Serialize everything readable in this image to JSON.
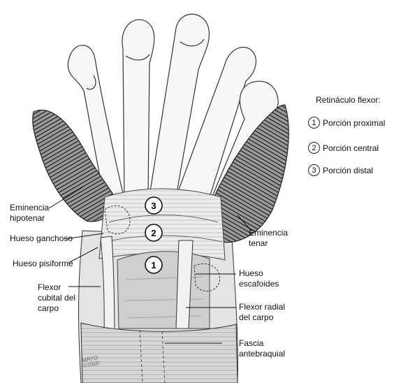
{
  "labels": {
    "eminencia_hipotenar": [
      "Eminencia",
      "hipotenar"
    ],
    "hueso_ganchoso": "Hueso ganchoso",
    "hueso_pisiforme": "Hueso pisiforme",
    "flexor_cubital": [
      "Flexor",
      "cubital del",
      "carpo"
    ],
    "eminencia_tenar": [
      "Eminencia",
      "tenar"
    ],
    "hueso_escafoides": [
      "Hueso",
      "escafoides"
    ],
    "flexor_radial": [
      "Flexor radial",
      "del carpo"
    ],
    "fascia": [
      "Fascia",
      "antebraquial"
    ]
  },
  "legend": {
    "title": "Retináculo flexor:",
    "items": [
      {
        "num": "1",
        "label": "Porción proximal"
      },
      {
        "num": "2",
        "label": "Porción central"
      },
      {
        "num": "3",
        "label": "Porción distal"
      }
    ]
  },
  "markers": [
    "1",
    "2",
    "3"
  ],
  "credit": [
    "MAYO",
    "©2000"
  ]
}
